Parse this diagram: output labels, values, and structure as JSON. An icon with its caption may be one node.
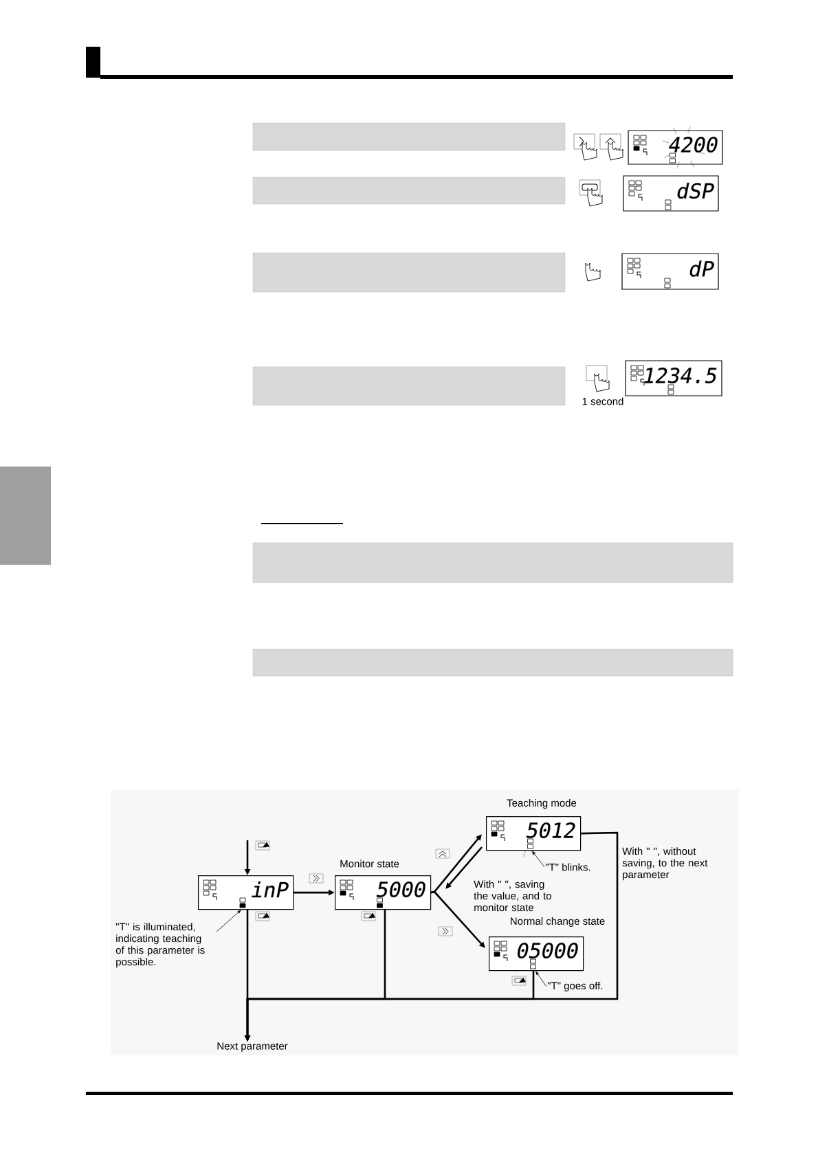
{
  "diagram": {
    "nodes": [
      {
        "text": [
          "inP"
        ]
      },
      {
        "text": [
          "Monitor state",
          "5000"
        ]
      },
      {
        "text": [
          "Teaching mode",
          "5012"
        ]
      },
      {
        "text": [
          "Normal change state",
          "05000"
        ]
      },
      {
        "text": [
          "Next parameter"
        ]
      },
      {
        "text": [
          "\"T\" is illuminated, indicating teaching of this parameter is possible."
        ]
      },
      {
        "text": [
          "\"T\" blinks."
        ]
      },
      {
        "text": [
          "\"T\" goes off."
        ]
      }
    ],
    "edges": [
      {
        "from": null,
        "to": 0,
        "arrow": "to"
      },
      {
        "from": 0,
        "to": 1,
        "arrow": "to"
      },
      {
        "from": 1,
        "to": 2,
        "arrow": "to"
      },
      {
        "from": 2,
        "to": 1,
        "arrow": "to",
        "label": "With \" \", saving the value, and to monitor state"
      },
      {
        "from": 1,
        "to": 3,
        "arrow": "to"
      },
      {
        "from": 0,
        "to": 4,
        "arrow": "to"
      },
      {
        "from": 1,
        "to": 4,
        "arrow": "to"
      },
      {
        "from": 2,
        "to": 4,
        "arrow": "to",
        "label": "With \" \", without saving, to the next parameter"
      },
      {
        "from": 3,
        "to": 4,
        "arrow": "to"
      },
      {
        "from": 5,
        "to": 0,
        "arrow": "to"
      },
      {
        "from": 6,
        "to": 2,
        "arrow": "to"
      },
      {
        "from": 7,
        "to": 3,
        "arrow": "to"
      }
    ],
    "labels": [
      "4200",
      "dSP",
      "dP",
      "1234.5",
      "1 second"
    ]
  }
}
